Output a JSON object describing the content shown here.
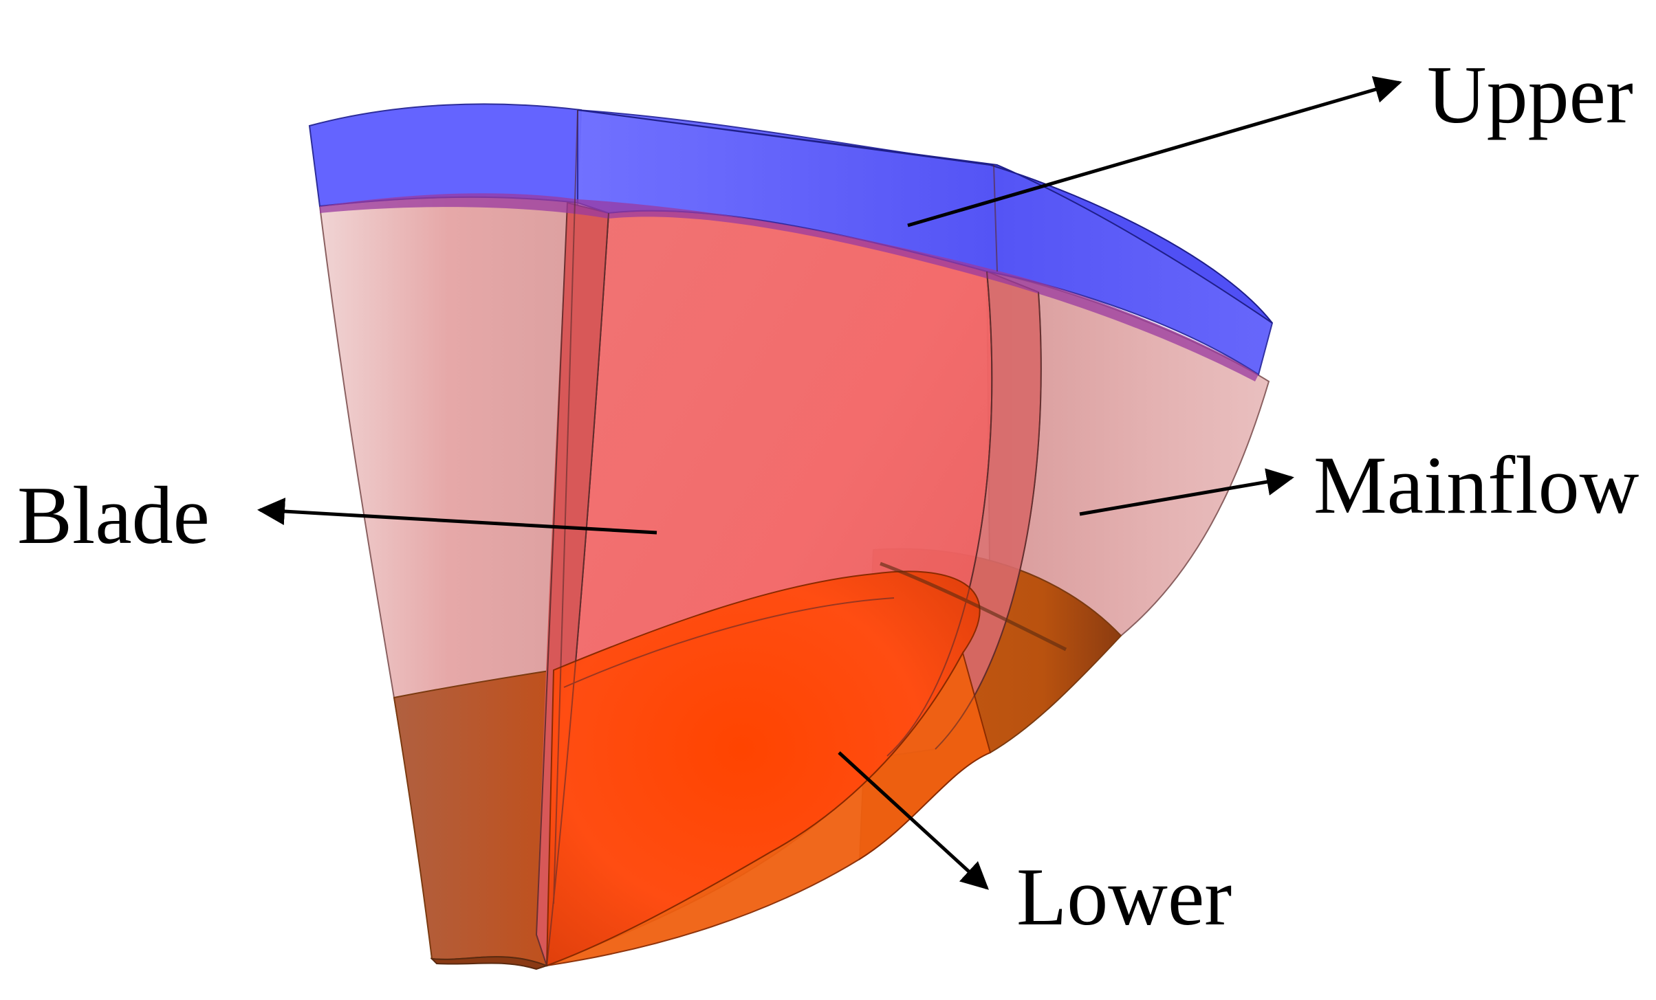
{
  "labels": {
    "upper": "Upper",
    "mainflow": "Mainflow",
    "blade": "Blade",
    "lower": "Lower"
  },
  "colors": {
    "upper_region": "#5a5aff",
    "mainflow_region": "#e3a6a6",
    "blade": "#f06262",
    "lower_region": "#ff4a10",
    "lower_shadow": "#b4521c",
    "arrow": "#000000"
  }
}
